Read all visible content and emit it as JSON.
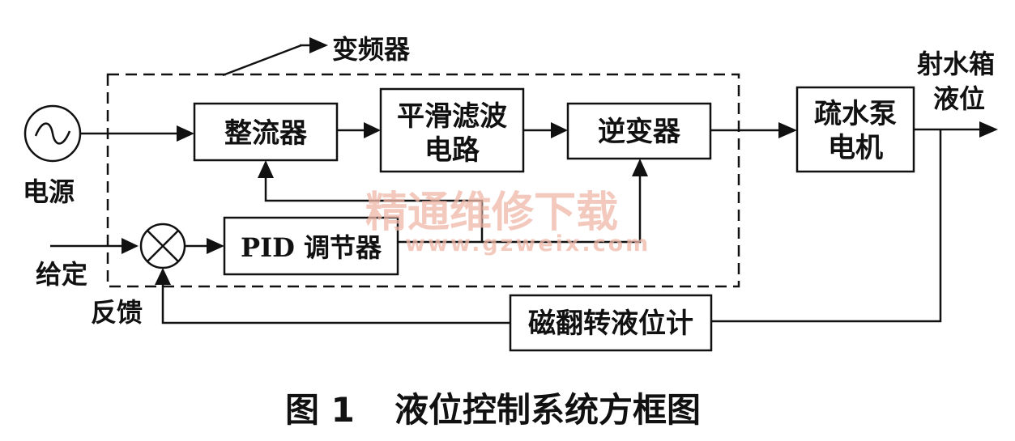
{
  "diagram": {
    "group_label": "变频器",
    "source_label": "电源",
    "setpoint_label": "给定",
    "feedback_label": "反馈",
    "output_label_line1": "射水箱",
    "output_label_line2": "液位",
    "blocks": {
      "rectifier": "整流器",
      "filter_line1": "平滑滤波",
      "filter_line2": "电路",
      "inverter": "逆变器",
      "pid": "PID 调节器",
      "pump_line1": "疏水泵",
      "pump_line2": "电机",
      "sensor": "磁翻转液位计"
    }
  },
  "watermark": {
    "text": "精通维修下载",
    "url": "www.gzweix.com"
  },
  "caption": {
    "figure_number": "图 1",
    "title": "液位控制系统方框图"
  }
}
